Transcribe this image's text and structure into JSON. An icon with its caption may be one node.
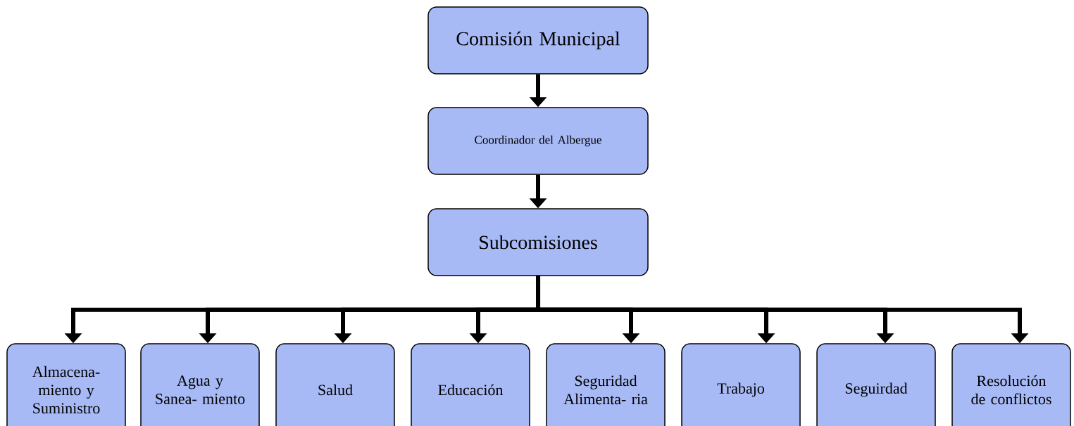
{
  "diagram": {
    "nodes": [
      {
        "text": [
          "Comisión Municipal"
        ]
      },
      {
        "text": [
          "Coordinador del Albergue"
        ]
      },
      {
        "text": [
          "Subcomisiones"
        ]
      },
      {
        "text": [
          "Almacena- miento y Suministro"
        ]
      },
      {
        "text": [
          "Agua y Sanea- miento"
        ]
      },
      {
        "text": [
          "Salud"
        ]
      },
      {
        "text": [
          "Educación"
        ]
      },
      {
        "text": [
          "Seguridad Alimenta- ria"
        ]
      },
      {
        "text": [
          "Trabajo"
        ]
      },
      {
        "text": [
          "Seguirdad"
        ]
      },
      {
        "text": [
          "Resolución de conflictos"
        ]
      }
    ],
    "edges": [
      {
        "from": 0,
        "to": 1,
        "arrow": "to"
      },
      {
        "from": 1,
        "to": 2,
        "arrow": "to"
      },
      {
        "from": 2,
        "to": 3,
        "arrow": "to"
      },
      {
        "from": 2,
        "to": 4,
        "arrow": "to"
      },
      {
        "from": 2,
        "to": 5,
        "arrow": "to"
      },
      {
        "from": 2,
        "to": 6,
        "arrow": "to"
      },
      {
        "from": 2,
        "to": 7,
        "arrow": "to"
      },
      {
        "from": 2,
        "to": 8,
        "arrow": "to"
      },
      {
        "from": 2,
        "to": 9,
        "arrow": "to"
      },
      {
        "from": 2,
        "to": 10,
        "arrow": "to"
      }
    ]
  }
}
